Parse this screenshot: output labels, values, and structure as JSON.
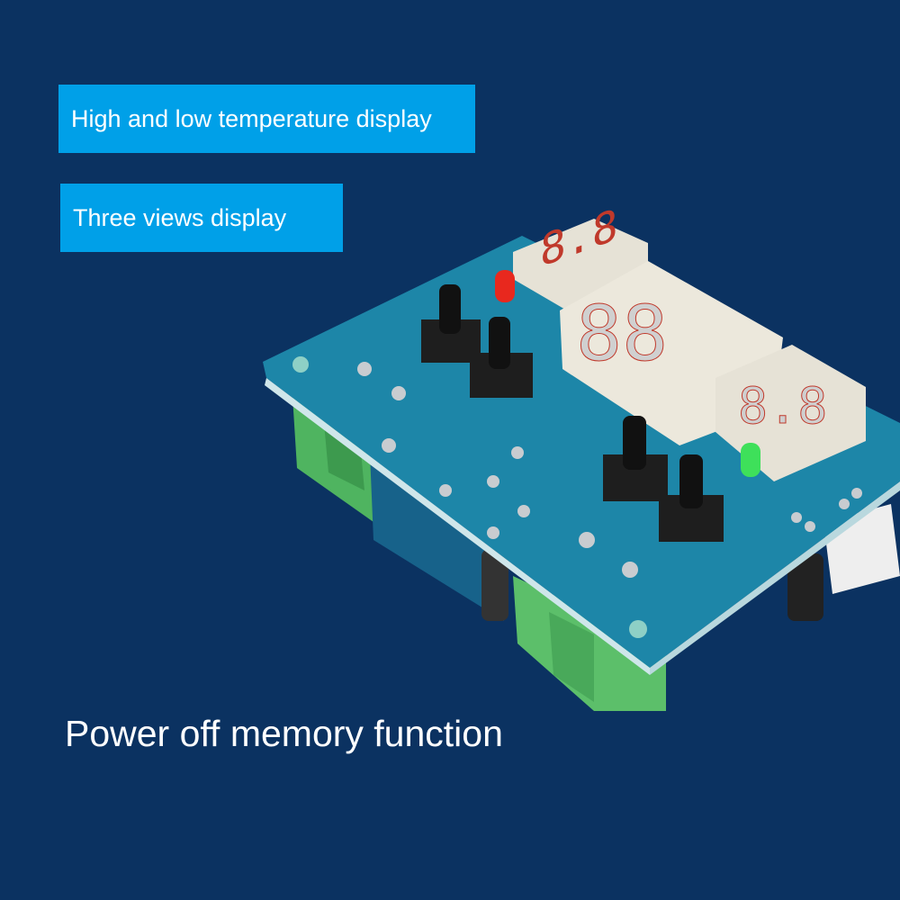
{
  "features": [
    {
      "label": "High and low temperature display"
    },
    {
      "label": "Three views display"
    }
  ],
  "caption": "Power off memory function",
  "colors": {
    "background": "#0b3261",
    "label_bg": "#00a0e8",
    "pcb": "#1d86a8",
    "terminal": "#5cbf6a",
    "led_red": "#e8281e",
    "led_green": "#3ee05a"
  }
}
